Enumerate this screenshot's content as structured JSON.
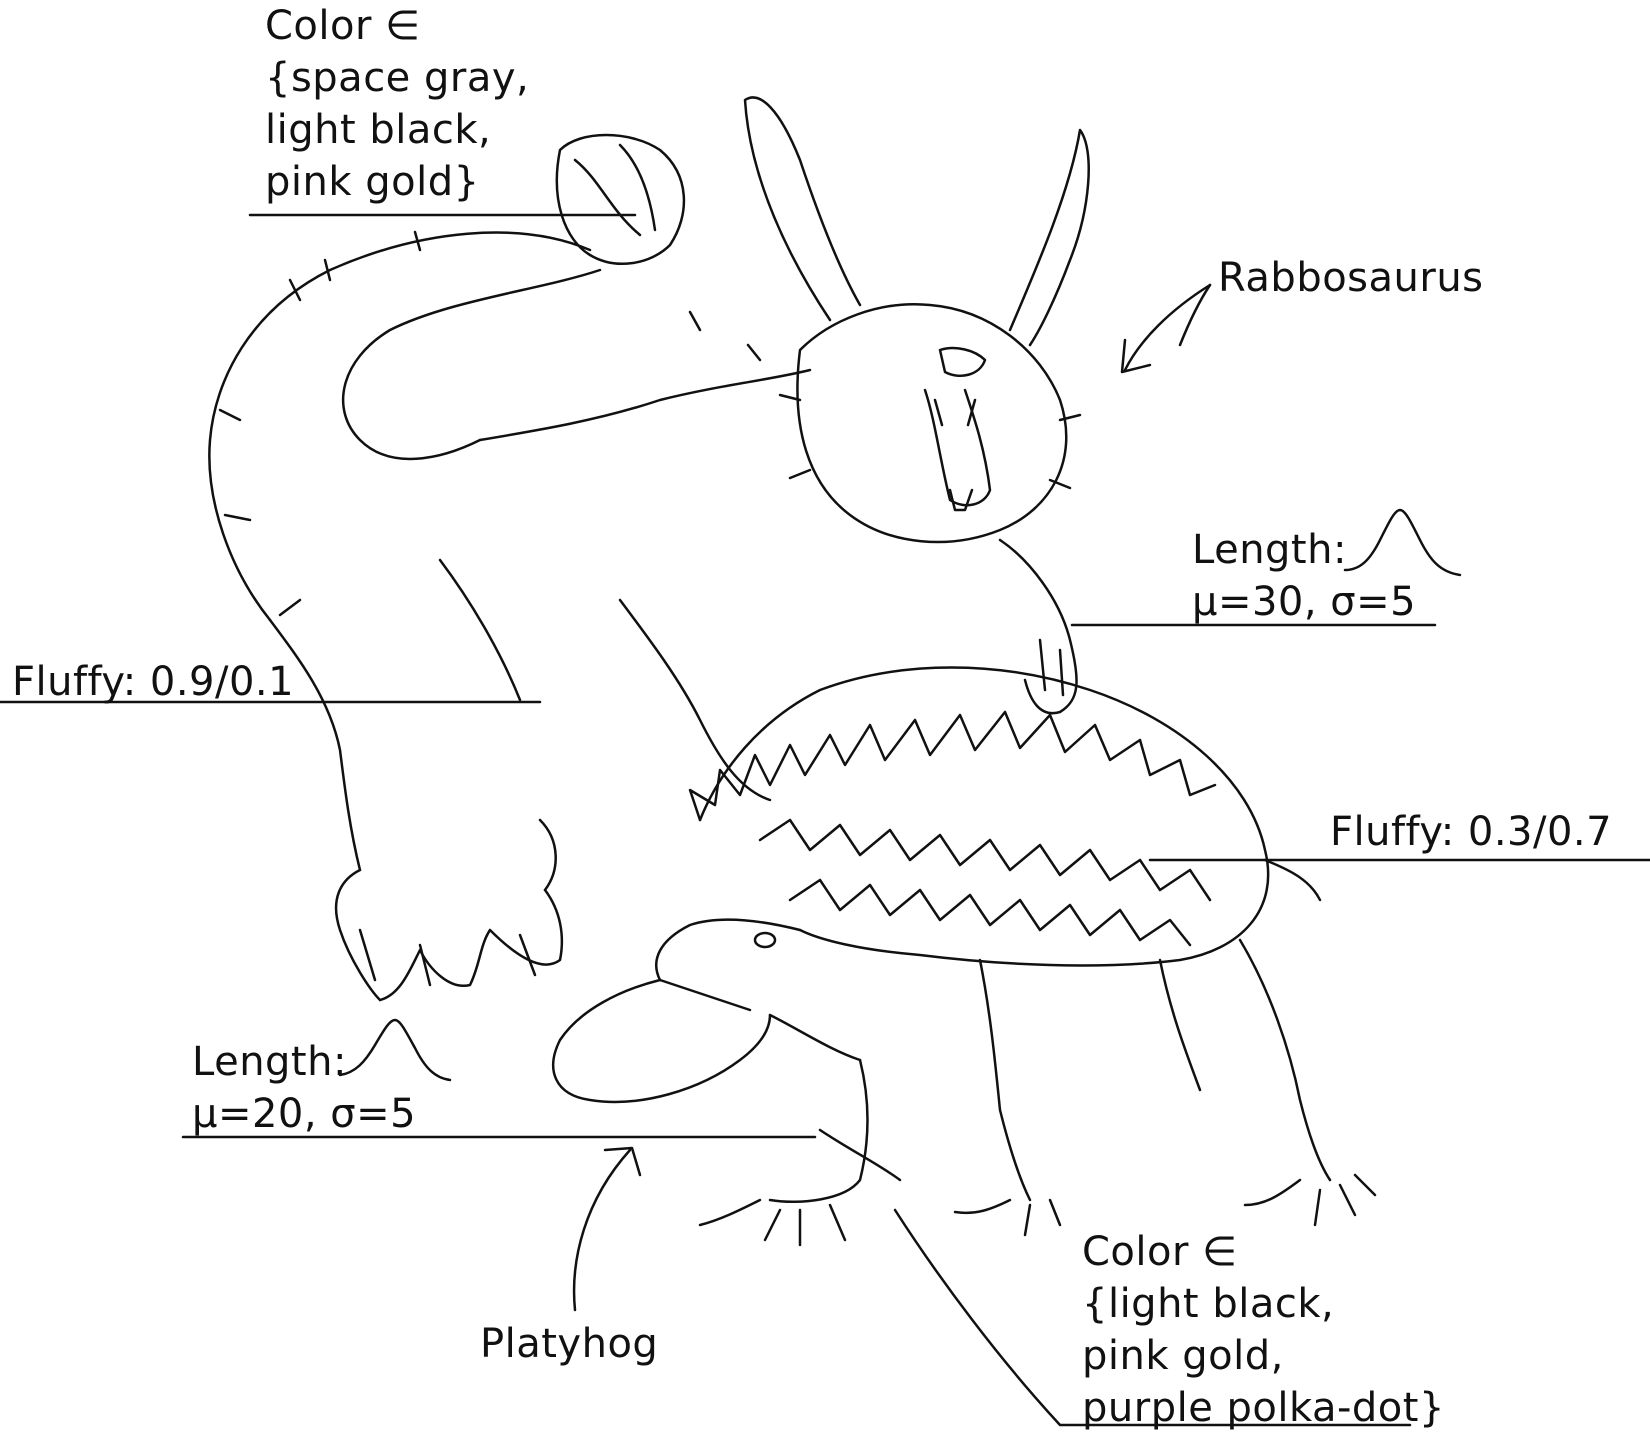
{
  "creatures": {
    "rabbosaurus": {
      "name": "Rabbosaurus",
      "color": {
        "title": "Color ∈",
        "lines": [
          "{space gray,",
          "light black,",
          "pink gold}"
        ]
      },
      "length": {
        "title": "Length:",
        "params": "μ=30, σ=5"
      },
      "fluffy": "Fluffy: 0.9/0.1"
    },
    "platyhog": {
      "name": "Platyhog",
      "color": {
        "title": "Color ∈",
        "lines": [
          "{light black,",
          "pink gold,",
          "purple polka-dot}"
        ]
      },
      "length": {
        "title": "Length:",
        "params": "μ=20, σ=5"
      },
      "fluffy": "Fluffy: 0.3/0.7"
    }
  },
  "colors": {
    "ink": "#111111",
    "paper": "#ffffff"
  },
  "icons": [
    "bell-curve-icon",
    "arrow-icon"
  ]
}
